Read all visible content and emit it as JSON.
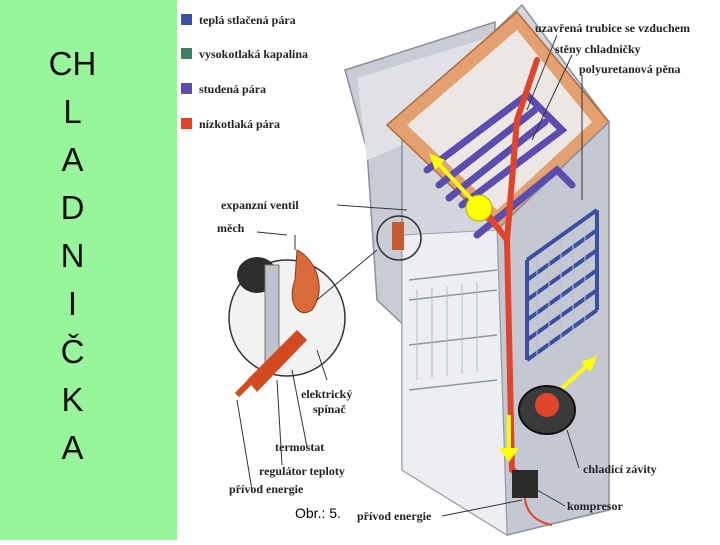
{
  "title_letters": [
    "CH",
    "L",
    "A",
    "D",
    "N",
    "I",
    "Č",
    "K",
    "A"
  ],
  "legend": [
    {
      "label": "teplá stlačená pára",
      "color": "#3b4fa0"
    },
    {
      "label": "vysokotlaká kapalina",
      "color": "#3f7f68"
    },
    {
      "label": "studená pára",
      "color": "#5b4db0"
    },
    {
      "label": "nízkotlaká pára",
      "color": "#e0452b"
    }
  ],
  "callouts": {
    "sealed_tube": "uzavřená trubice se vzduchem",
    "fridge_walls": "stěny chladničky",
    "polyurethane_foam": "polyuretanová pěna",
    "expansion_valve": "expanzní ventil",
    "bellows": "měch",
    "electric_switch_1": "elektrický",
    "electric_switch_2": "spínač",
    "thermostat": "termostat",
    "temperature_regulator": "regulátor teploty",
    "power_supply_left": "přívod energie",
    "power_supply_bottom": "přívod energie",
    "cooling_coils": "chladicí závity",
    "compressor": "kompresor"
  },
  "caption": "Obr.: 5.",
  "colors": {
    "sidebar_bg": "#99f59b",
    "marker": "#ffff00",
    "hot_pipe": "#e0452b",
    "cold_pipe": "#5b4db0",
    "wall": "#c8ccd6",
    "foam": "#e3a070"
  }
}
